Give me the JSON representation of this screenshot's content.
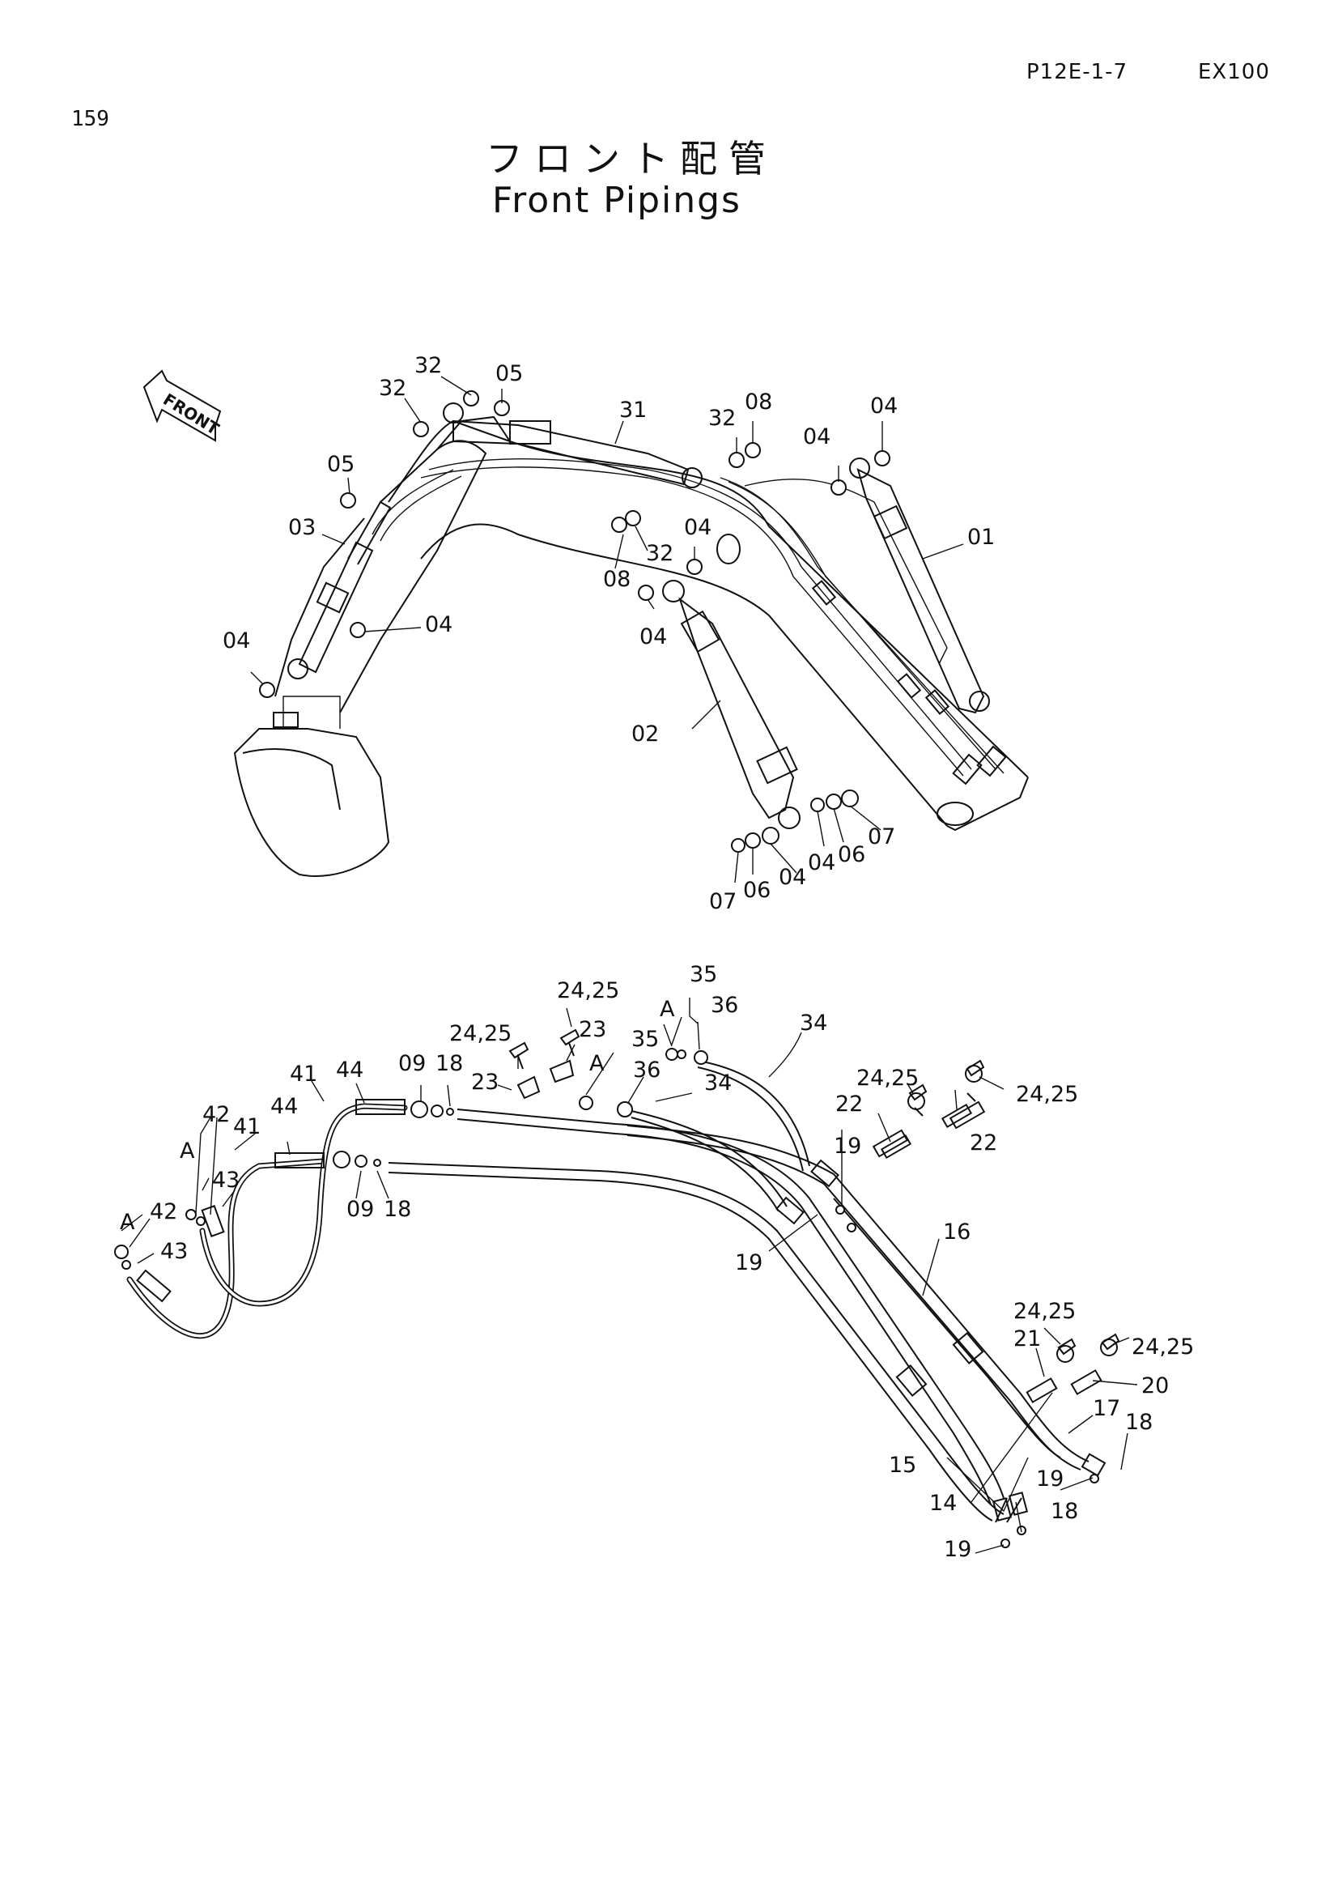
{
  "header": {
    "code": "P12E-1-7",
    "model": "EX100",
    "page_number": "159"
  },
  "title": {
    "jp": "フロント配管",
    "en": "Front Pipings"
  },
  "front_arrow_label": "FRONT",
  "upper_callouts": [
    "32",
    "05",
    "32",
    "31",
    "32",
    "08",
    "04",
    "04",
    "05",
    "03",
    "32",
    "04",
    "08",
    "01",
    "04",
    "04",
    "04",
    "02",
    "07",
    "06",
    "04",
    "04",
    "06",
    "07"
  ],
  "lower_callouts": [
    "35",
    "24,25",
    "A",
    "36",
    "34",
    "24,25",
    "23",
    "35",
    "A",
    "36",
    "34",
    "41",
    "44",
    "09",
    "18",
    "23",
    "24,25",
    "24,25",
    "22",
    "22",
    "42",
    "41",
    "44",
    "19",
    "A",
    "43",
    "09",
    "18",
    "A",
    "42",
    "43",
    "19",
    "16",
    "24,25",
    "21",
    "24,25",
    "20",
    "17",
    "18",
    "15",
    "19",
    "14",
    "18",
    "19"
  ]
}
